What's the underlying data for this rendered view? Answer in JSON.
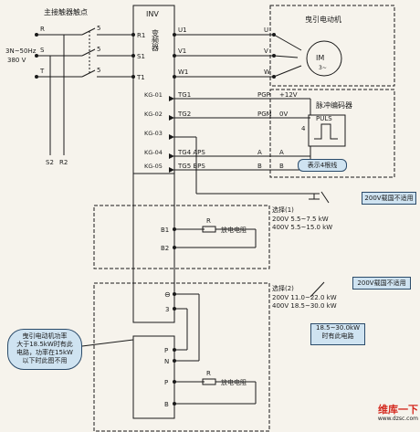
{
  "title": "主接触器触点",
  "power": {
    "line1": "3N~50Hz",
    "line2": "380 V"
  },
  "phases": [
    "R",
    "S",
    "T"
  ],
  "switch_mark": "5",
  "bottom_labels": [
    "S2",
    "R2"
  ],
  "inverter": {
    "title": "INV",
    "name": "变频器",
    "inputs": [
      "R1",
      "S1",
      "T1"
    ],
    "outputs": [
      "U1",
      "V1",
      "W1"
    ]
  },
  "motor": {
    "title": "曳引电动机",
    "symbol": "IM",
    "sub": "3~",
    "terminals": [
      "U",
      "V",
      "W"
    ]
  },
  "encoder": {
    "title": "脉冲编码器",
    "symbol": "PULS",
    "wire_count": "4",
    "note": "表示4根线",
    "rows": [
      {
        "kg": "KG-01",
        "tg": "TG1",
        "signal": "PGP",
        "value": "+12V"
      },
      {
        "kg": "KG-02",
        "tg": "TG2",
        "signal": "PGM",
        "value": "0V"
      },
      {
        "kg": "KG-03",
        "tg": "",
        "signal": "",
        "value": ""
      },
      {
        "kg": "KG-04",
        "tg": "TG4 APS",
        "signal": "A",
        "value": "A"
      },
      {
        "kg": "KG-05",
        "tg": "TG5 BPS",
        "signal": "B",
        "value": "B"
      }
    ]
  },
  "option1": {
    "title": "选择(1)",
    "lines": [
      "200V  5.5~7.5 kW",
      "400V  5.5~15.0 kW"
    ],
    "note": "200V载国不适用",
    "terminals": [
      "B1",
      "B2"
    ],
    "resistor_symbol": "R",
    "resistor_label": "放电电阻"
  },
  "option2": {
    "title": "选择(2)",
    "lines": [
      "200V  11.0~22.0 kW",
      "400V  18.5~30.0 kW"
    ],
    "note": "200V载国不适用",
    "note2": [
      "18.5~30.0kW",
      "时有此电路"
    ],
    "upper_terminals": [
      "⊖",
      "3"
    ],
    "lower_terminals": [
      "P",
      "N",
      "P",
      "B"
    ],
    "resistor_symbol": "R",
    "resistor_label": "放电电阻"
  },
  "callout": [
    "曳引电动机功率",
    "大于18.5kW时有此",
    "电路，功率在15kW",
    "以下时此图不用"
  ],
  "watermark": {
    "text": "维库一下",
    "url": "www.dzsc.com"
  },
  "colors": {
    "callout_bg": "#cfe3f1",
    "callout_border": "#2b4b6a",
    "ink": "#1a1a1a",
    "watermark": "#d42a1f"
  }
}
